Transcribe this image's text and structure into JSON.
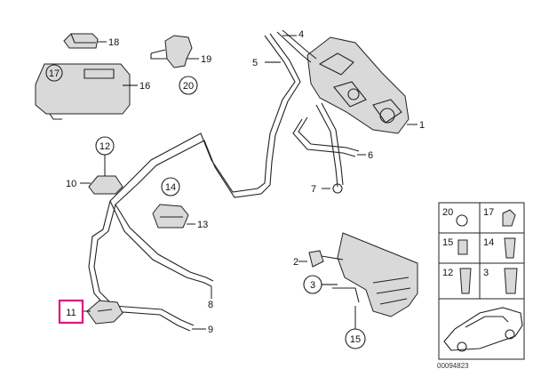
{
  "diagram": {
    "callouts": {
      "c1": "1",
      "c2": "2",
      "c3": "3",
      "c4": "4",
      "c5": "5",
      "c6": "6",
      "c7": "7",
      "c8": "8",
      "c9": "9",
      "c10": "10",
      "c11": "11",
      "c12": "12",
      "c13": "13",
      "c14": "14",
      "c15": "15",
      "c16": "16",
      "c17": "17",
      "c18": "18",
      "c19": "19",
      "c20": "20"
    },
    "inset": {
      "labels": {
        "i20": "20",
        "i17": "17",
        "i15": "15",
        "i14": "14",
        "i12": "12",
        "i3": "3"
      }
    },
    "drawing_number": "00094823",
    "highlight_color": "#e0147f"
  }
}
